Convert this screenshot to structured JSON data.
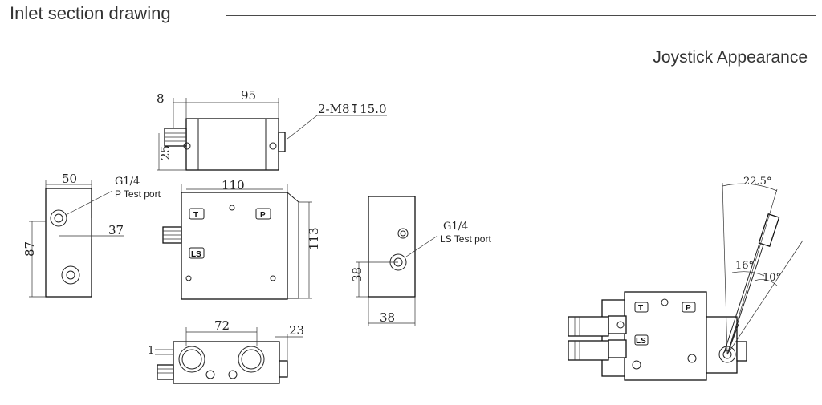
{
  "header": {
    "title": "Inlet section drawing"
  },
  "joystick": {
    "title": "Joystick Appearance"
  },
  "top_view": {
    "dim_left": "8",
    "dim_width": "95",
    "dim_height": "25",
    "thread_callout": "2-M8↧15.0"
  },
  "side_view": {
    "dim_width": "50",
    "dim_height": "87",
    "dim_port_offset": "37",
    "port_thread": "G1/4",
    "port_label": "P Test port"
  },
  "front_view": {
    "dim_width": "110",
    "dim_height": "113",
    "label_t": "T",
    "label_p": "P",
    "label_ls": "LS"
  },
  "right_view": {
    "dim_width": "38",
    "dim_height": "38",
    "port_thread": "G1/4",
    "port_label": "LS Test port"
  },
  "bottom_view": {
    "dim_width": "72",
    "dim_right": "23",
    "dim_step": "1"
  },
  "joystick_dims": {
    "angle_top": "22.5°",
    "angle_mid": "16°",
    "angle_low": "10°",
    "label_t": "T",
    "label_p": "P",
    "label_ls": "LS"
  }
}
